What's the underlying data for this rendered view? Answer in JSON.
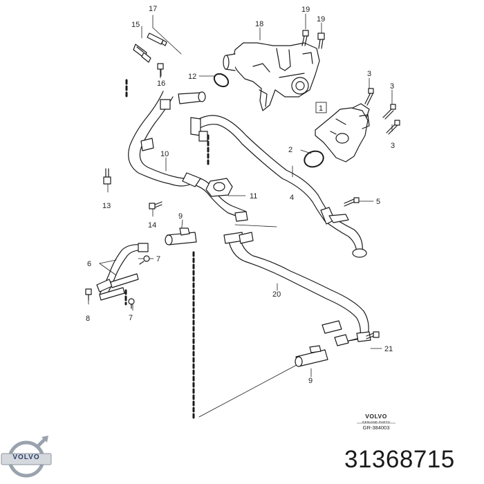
{
  "callouts": {
    "c1": "1",
    "c2": "2",
    "c3a": "3",
    "c3b": "3",
    "c3c": "3",
    "c4": "4",
    "c5": "5",
    "c6": "6",
    "c7a": "7",
    "c7b": "7",
    "c8": "8",
    "c9a": "9",
    "c9b": "9",
    "c10": "10",
    "c11": "11",
    "c12": "12",
    "c13": "13",
    "c14": "14",
    "c15": "15",
    "c16": "16",
    "c17": "17",
    "c18": "18",
    "c19a": "19",
    "c19b": "19",
    "c20": "20",
    "c21": "21"
  },
  "stamp": {
    "brand": "VOLVO",
    "subtitle": "GENUINE PARTS",
    "code": "GR-384003"
  },
  "logo": {
    "text": "VOLVO",
    "color": "#2b3f6b"
  },
  "part_number": "31368715"
}
